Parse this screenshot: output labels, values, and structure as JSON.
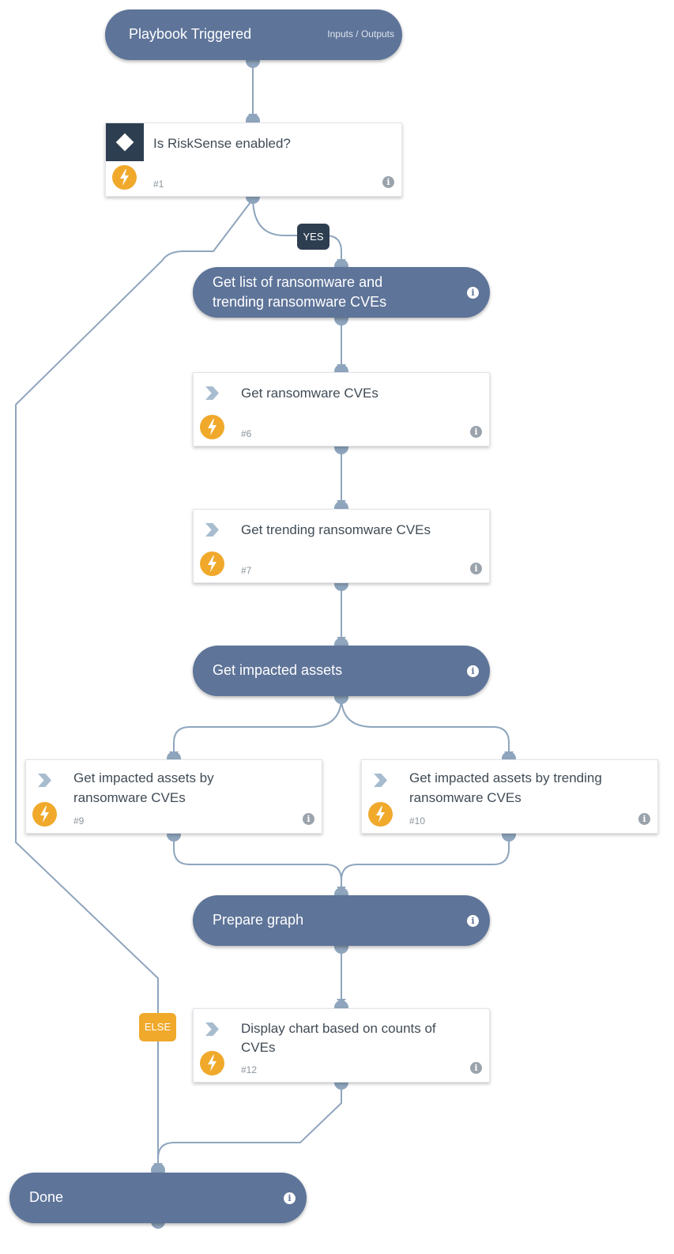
{
  "trigger": {
    "title": "Playbook Triggered",
    "io_label": "Inputs / Outputs"
  },
  "condition": {
    "title": "Is RiskSense enabled?",
    "number": "#1",
    "branches": {
      "yes": "YES",
      "else": "ELSE"
    }
  },
  "sections": {
    "get_list": {
      "line1": "Get list of ransomware and",
      "line2": "trending ransomware CVEs"
    },
    "impacted": {
      "title": "Get impacted assets"
    },
    "prepare": {
      "title": "Prepare graph"
    },
    "done": {
      "title": "Done"
    }
  },
  "tasks": {
    "t6": {
      "line1": "Get ransomware CVEs",
      "line2": "",
      "number": "#6"
    },
    "t7": {
      "line1": "Get trending ransomware CVEs",
      "line2": "",
      "number": "#7"
    },
    "t9": {
      "line1": "Get impacted assets by",
      "line2": "ransomware CVEs",
      "number": "#9"
    },
    "t10": {
      "line1": "Get impacted assets by trending",
      "line2": "ransomware CVEs",
      "number": "#10"
    },
    "t12": {
      "line1": "Display chart based on counts of",
      "line2": "CVEs",
      "number": "#12"
    }
  },
  "icons": {
    "info": "info-icon",
    "task_type": "chevron-icon",
    "automation": "lightning-icon",
    "condition": "diamond-icon"
  },
  "colors": {
    "section": "#5e7499",
    "connector": "#8ea5bd",
    "yes_badge": "#2d3e50",
    "else_badge": "#f0a92b",
    "automation": "#f0a92b"
  }
}
